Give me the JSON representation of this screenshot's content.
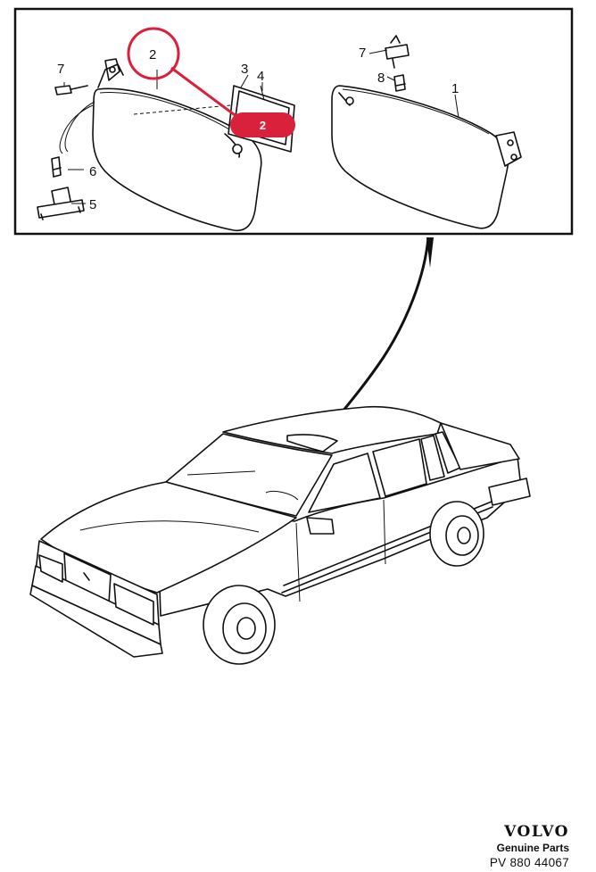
{
  "callouts": {
    "c1": "1",
    "c2": "2",
    "c3": "3",
    "c4": "4",
    "c5": "5",
    "c6": "6",
    "c7_left": "7",
    "c7_right": "7",
    "c8": "8"
  },
  "highlight": {
    "label": "2",
    "color": "#d9213c",
    "ring_color": "#d9213c"
  },
  "logo": {
    "brand": "VOLVO",
    "subtitle": "Genuine Parts",
    "part_number": "PV 880 44067"
  }
}
